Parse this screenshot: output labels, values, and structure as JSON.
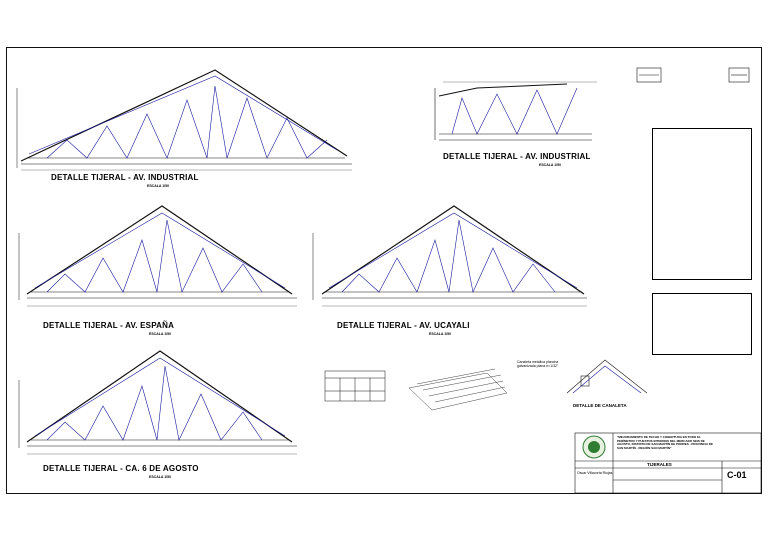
{
  "details": [
    {
      "title": "DETALLE TIJERAL - AV. INDUSTRIAL",
      "scale": "ESCALA 1/50"
    },
    {
      "title": "DETALLE TIJERAL - AV. INDUSTRIAL",
      "scale": "ESCALA 1/50"
    },
    {
      "title": "DETALLE TIJERAL - AV. ESPAÑA",
      "scale": "ESCALA 1/50"
    },
    {
      "title": "DETALLE TIJERAL - AV. UCAYALI",
      "scale": "ESCALA 1/50"
    },
    {
      "title": "DETALLE TIJERAL - CA. 6 DE AGOSTO",
      "scale": "ESCALA 1/50"
    }
  ],
  "canaleta": {
    "title": "DETALLE DE CANALETA",
    "label": "Canaleta metálica plancha galvanizada plana e=1/32\""
  },
  "titleblock": {
    "project": "\"MEJORAMIENTO DE TECHO Y COBERTURA EN TODO EL PERÍMETRO Y PUESTOS INTERNOS DEL MERCADO SEIS DE AGOSTO, DISTRITO DE SAN MARTÍN DE PORRES - PROVINCIA DE SAN MARTÍN - REGIÓN SAN MARTÍN\"",
    "sheet_name": "TIJERALES",
    "sheet_code": "C-01",
    "designer": "Oscar Villacorta Riojas"
  },
  "colors": {
    "line": "#111111",
    "truss": "#1a1aa0",
    "accent": "#2e7d32"
  }
}
